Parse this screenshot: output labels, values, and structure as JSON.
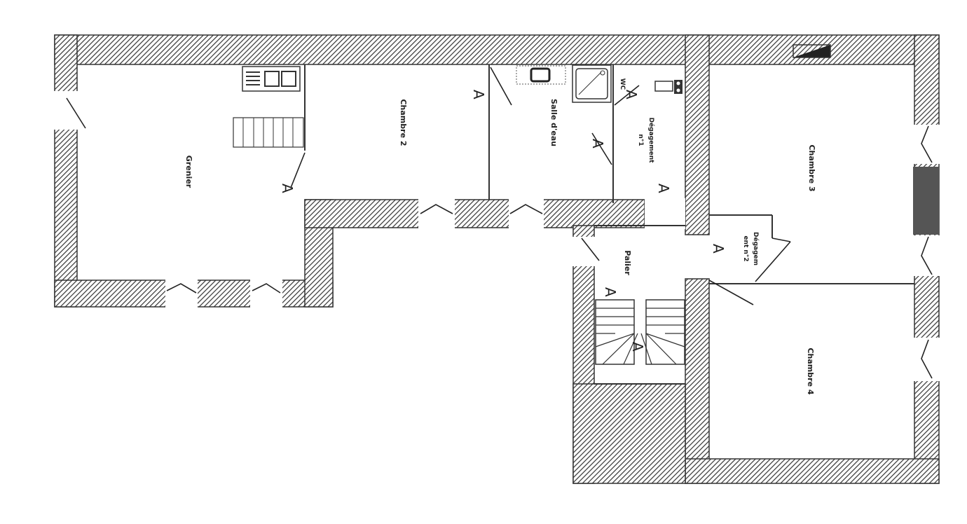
{
  "plan": {
    "rooms": {
      "grenier": "Grenier",
      "chambre2": "Chambre 2",
      "salle_eau": "Salle d'eau",
      "wc": "WC",
      "degagement1_a": "Dégagement",
      "degagement1_b": "n°1",
      "chambre3": "Chambre 3",
      "degagement2_a": "Dégagem",
      "degagement2_b": "ent n°2",
      "palier": "Palier",
      "chambre4": "Chambre 4"
    },
    "marker": "A",
    "colors": {
      "wall": "#333333",
      "background": "#ffffff"
    }
  }
}
